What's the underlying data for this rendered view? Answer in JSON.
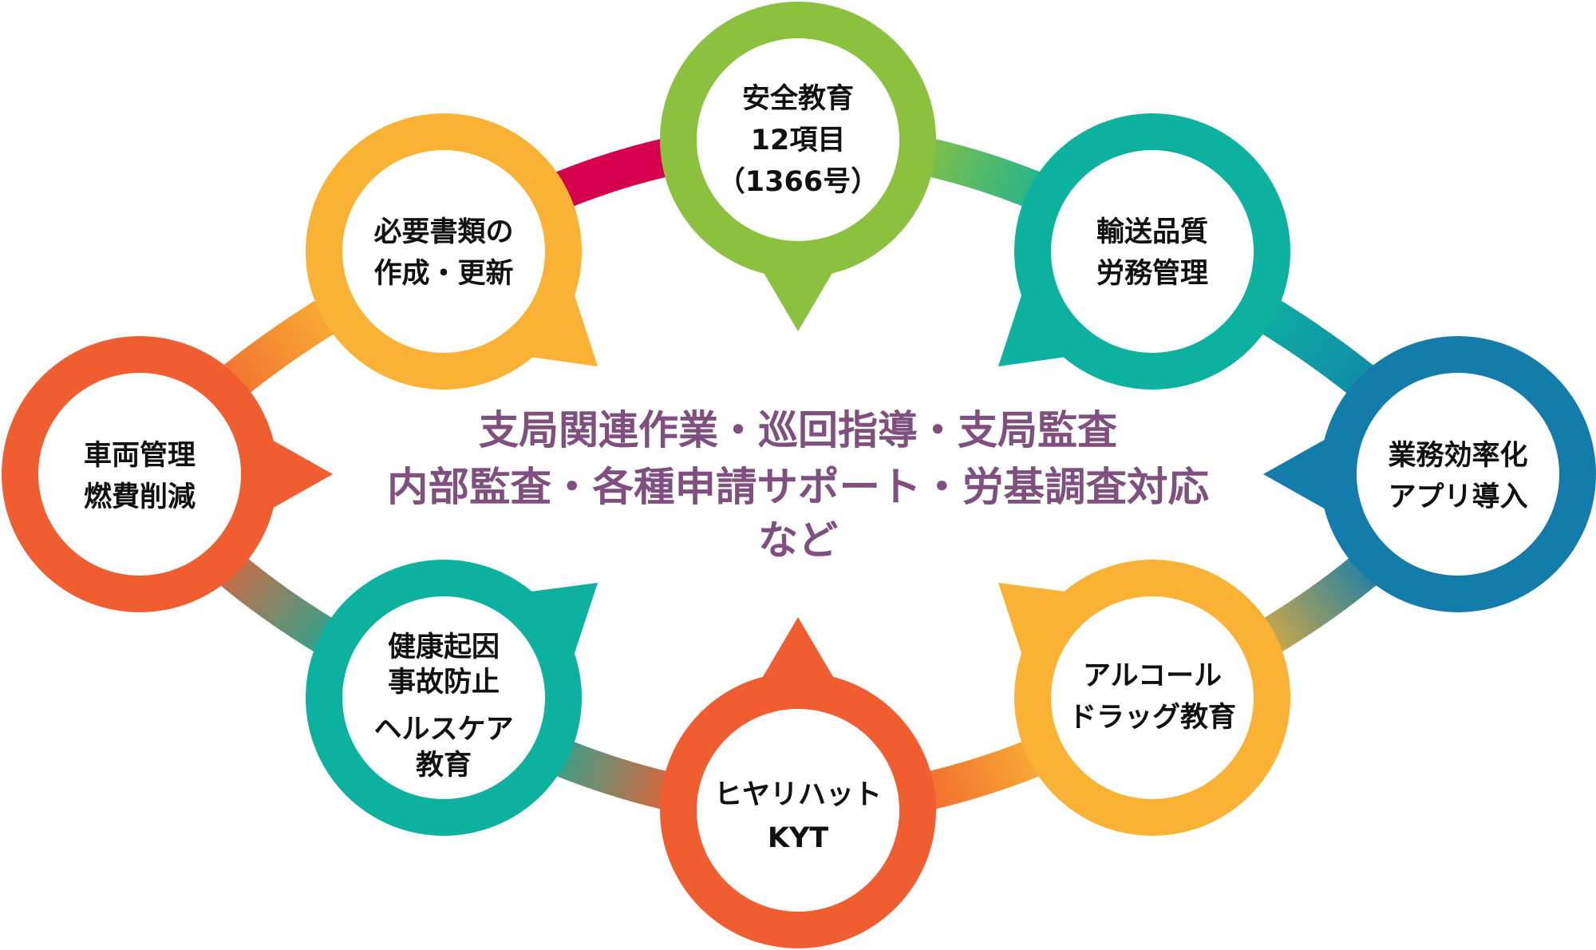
{
  "colors": {
    "green": "#8BC13F",
    "orange": "#F9B233",
    "teal": "#0CB1A0",
    "red": "#EF5D31",
    "blue": "#137CAB",
    "magenta": "#D6004F",
    "purple_text": "#7F4F7F"
  },
  "center_text": {
    "line1": "支局関連作業・巡回指導・支局監査",
    "line2": "内部監査・各種申請サポート・労基調査対応",
    "line3": "など"
  },
  "nodes": {
    "safety": {
      "lines": [
        "安全教育",
        "12項目",
        "（1366号）"
      ]
    },
    "documents": {
      "lines": [
        "必要書類の",
        "作成・更新"
      ]
    },
    "transport": {
      "lines": [
        "輸送品質",
        "労務管理"
      ]
    },
    "vehicle": {
      "lines": [
        "車両管理",
        "燃費削減"
      ]
    },
    "efficiency": {
      "lines": [
        "業務効率化",
        "アプリ導入"
      ]
    },
    "health": {
      "lines": [
        "健康起因",
        "事故防止",
        "ヘルスケア",
        "教育"
      ]
    },
    "alcohol": {
      "lines": [
        "アルコール",
        "ドラッグ教育"
      ]
    },
    "hiyari": {
      "lines": [
        "ヒヤリハット",
        "KYT"
      ]
    }
  }
}
